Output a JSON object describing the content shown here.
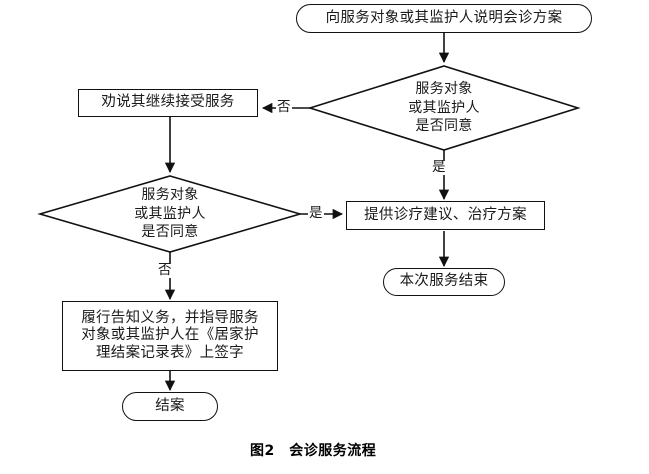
{
  "figure": {
    "caption": "图2　会诊服务流程",
    "background_color": "#ffffff",
    "line_color": "#111111",
    "text_color": "#1a1a1a"
  },
  "nodes": {
    "start": {
      "label": "向服务对象或其监护人说明会诊方案",
      "shape": "terminal"
    },
    "decision_top": {
      "label": "服务对象\n或其监护人\n是否同意",
      "shape": "decision"
    },
    "persuade": {
      "label": "劝说其继续接受服务",
      "shape": "process"
    },
    "decision_bottom": {
      "label": "服务对象\n或其监护人\n是否同意",
      "shape": "decision"
    },
    "advice": {
      "label": "提供诊疗建议、治疗方案",
      "shape": "process"
    },
    "service_end": {
      "label": "本次服务结束",
      "shape": "terminal"
    },
    "notify": {
      "label": "履行告知义务，并指导服务\n对象或其监护人在《居家护\n理结案记录表》上签字",
      "shape": "process"
    },
    "case_closed": {
      "label": "结案",
      "shape": "terminal"
    }
  },
  "edge_labels": {
    "top_no": "否",
    "top_yes": "是",
    "bottom_yes": "是",
    "bottom_no": "否"
  }
}
